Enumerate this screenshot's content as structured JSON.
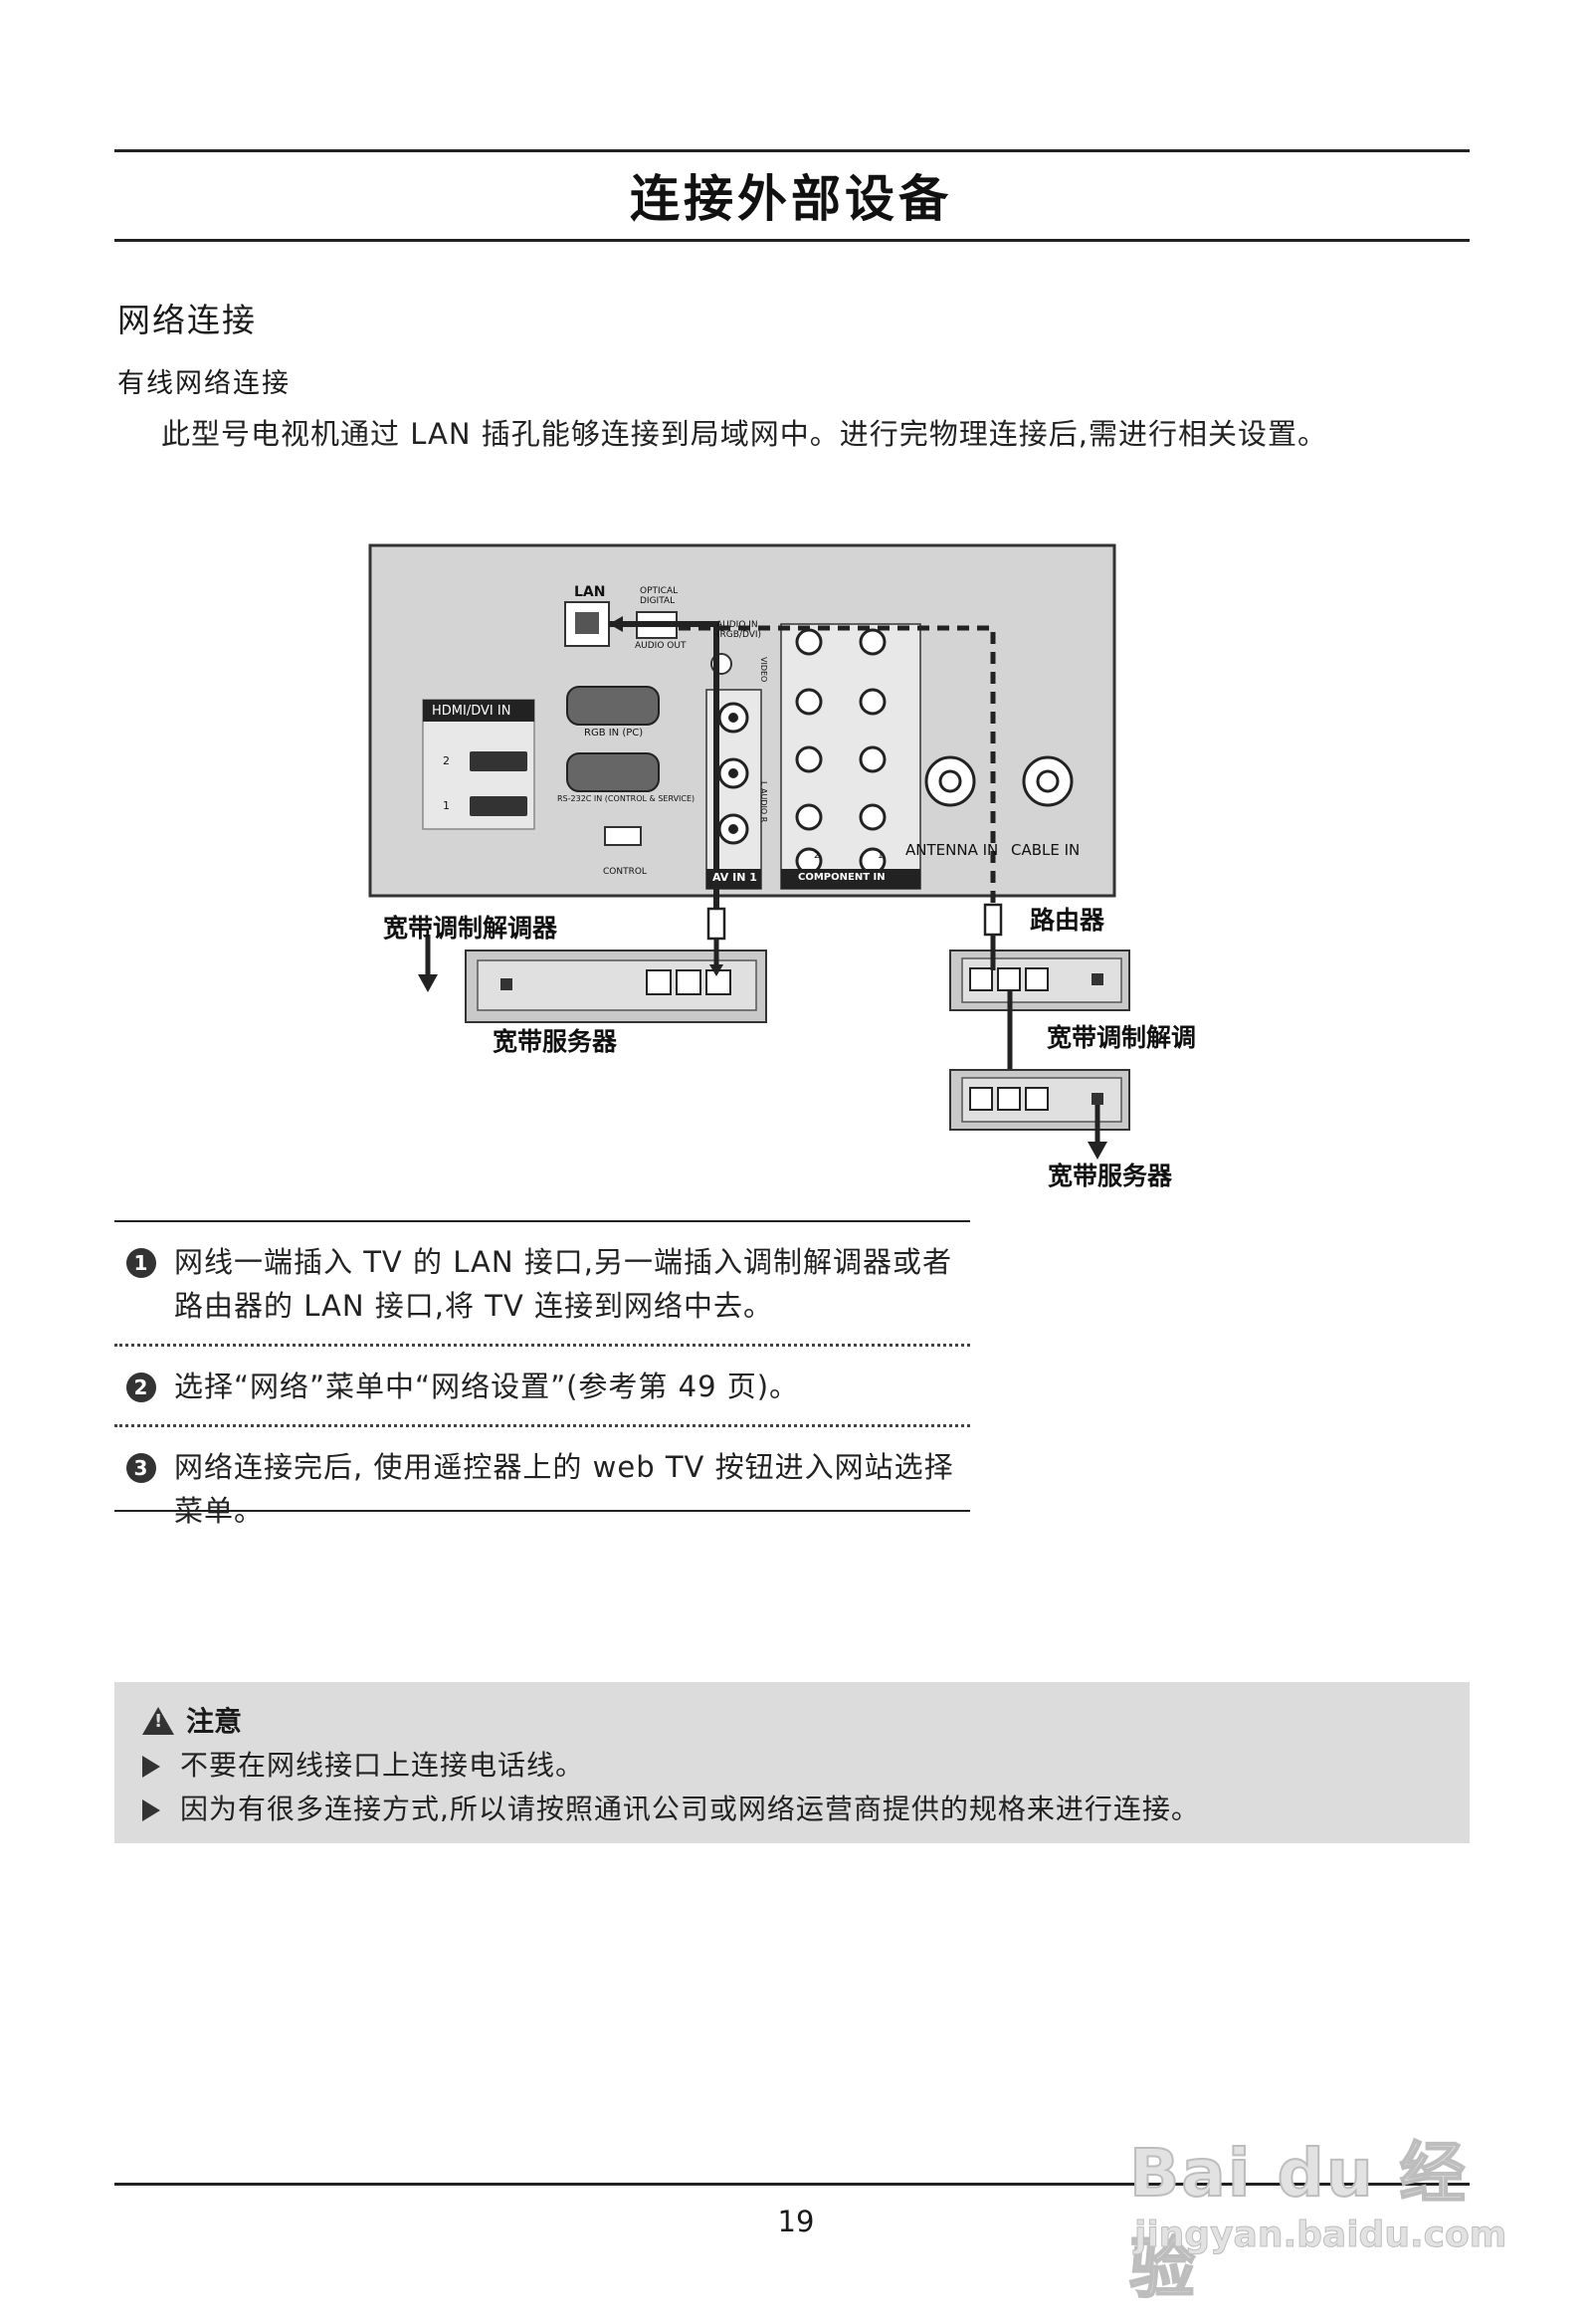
{
  "header": {
    "title": "连接外部设备"
  },
  "section": {
    "heading": "网络连接",
    "subheading": "有线网络连接",
    "intro": "此型号电视机通过 LAN 插孔能够连接到局域网中。进行完物理连接后,需进行相关设置。"
  },
  "diagram": {
    "tv_panel": {
      "lan": "LAN",
      "optical_line1": "OPTICAL",
      "optical_line2": "DIGITAL",
      "audio_out": "AUDIO OUT",
      "audio_in_line1": "AUDIO IN",
      "audio_in_line2": "(RGB/DVI)",
      "hdmi_header": "HDMI/DVI IN",
      "hdmi_port_2": "2",
      "hdmi_port_1": "1",
      "rgb_in": "RGB IN (PC)",
      "rs232c": "RS-232C IN (CONTROL & SERVICE)",
      "control": "CONTROL",
      "av_in": "AV IN 1",
      "component_in": "COMPONENT IN",
      "video": "VIDEO",
      "audio": "L AUDIO R",
      "component_2": "2",
      "component_1": "1",
      "antenna_in": "ANTENNA IN",
      "cable_in": "CABLE IN"
    },
    "label_modem_left": "宽带调制解调器",
    "label_server_left": "宽带服务器",
    "label_router": "路由器",
    "label_modem_right": "宽带调制解调",
    "label_server_right": "宽带服务器"
  },
  "steps": [
    {
      "num": "1",
      "text": "网线一端插入 TV 的 LAN 接口,另一端插入调制解调器或者路由器的 LAN 接口,将 TV 连接到网络中去。"
    },
    {
      "num": "2",
      "text": "选择“网络”菜单中“网络设置”(参考第 49 页)。"
    },
    {
      "num": "3",
      "text": "网络连接完后, 使用遥控器上的 web TV 按钮进入网站选择菜单。"
    }
  ],
  "notice": {
    "title": "注意",
    "items": [
      "不要在网线接口上连接电话线。",
      "因为有很多连接方式,所以请按照通讯公司或网络运营商提供的规格来进行连接。"
    ]
  },
  "footer": {
    "page_number": "19"
  },
  "watermark": {
    "line1": "Bai du 经验",
    "line2": "jingyan.baidu.com"
  },
  "colors": {
    "panel": "#d4d4d4",
    "device": "#c9c9c9",
    "notice_bg": "#dcdcdc",
    "text": "#1a1a1a"
  }
}
